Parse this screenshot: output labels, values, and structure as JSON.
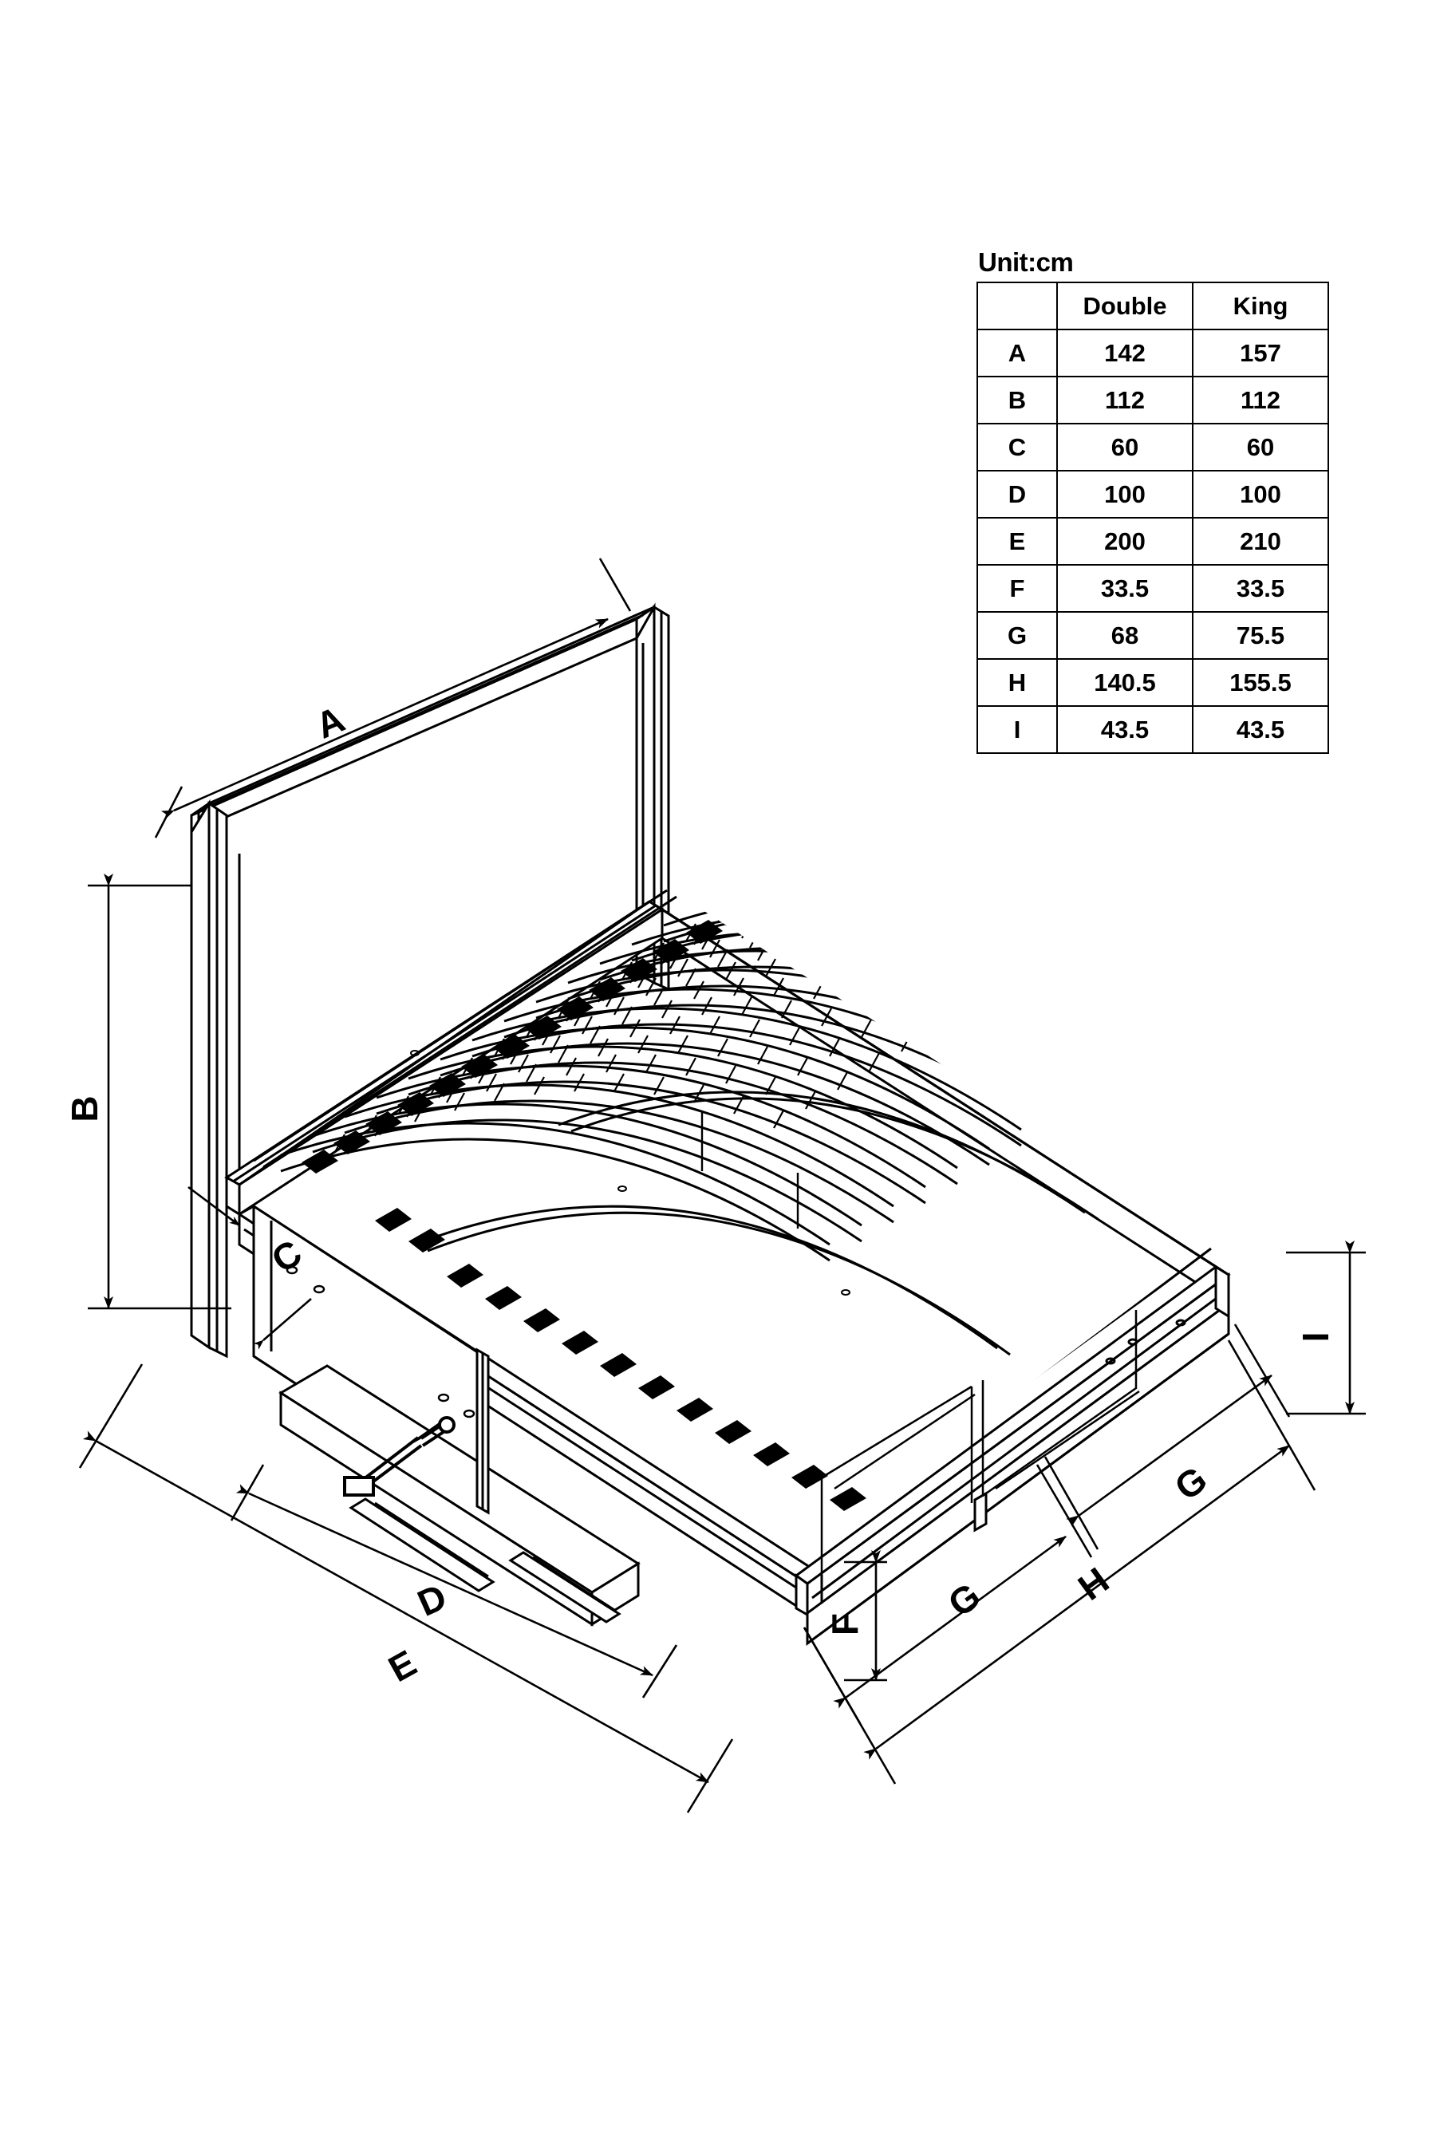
{
  "spec_table": {
    "unit_title": "Unit:cm",
    "columns": [
      "",
      "Double",
      "King"
    ],
    "rows": [
      {
        "key": "A",
        "double": "142",
        "king": "157"
      },
      {
        "key": "B",
        "double": "112",
        "king": "112"
      },
      {
        "key": "C",
        "double": "60",
        "king": "60"
      },
      {
        "key": "D",
        "double": "100",
        "king": "100"
      },
      {
        "key": "E",
        "double": "200",
        "king": "210"
      },
      {
        "key": "F",
        "double": "33.5",
        "king": "33.5"
      },
      {
        "key": "G",
        "double": "68",
        "king": "75.5"
      },
      {
        "key": "H",
        "double": "140.5",
        "king": "155.5"
      },
      {
        "key": "I",
        "double": "43.5",
        "king": "43.5"
      }
    ]
  },
  "diagram": {
    "type": "isometric-technical-drawing",
    "subject": "storage bed frame with headboard, sprung slat base and side drawer",
    "dimension_labels": {
      "A": "A",
      "B": "B",
      "C": "C",
      "D": "D",
      "E": "E",
      "F": "F",
      "G1": "G",
      "G2": "G",
      "H": "H",
      "I": "I"
    }
  },
  "colors": {
    "line": "#000000",
    "background": "#ffffff"
  }
}
